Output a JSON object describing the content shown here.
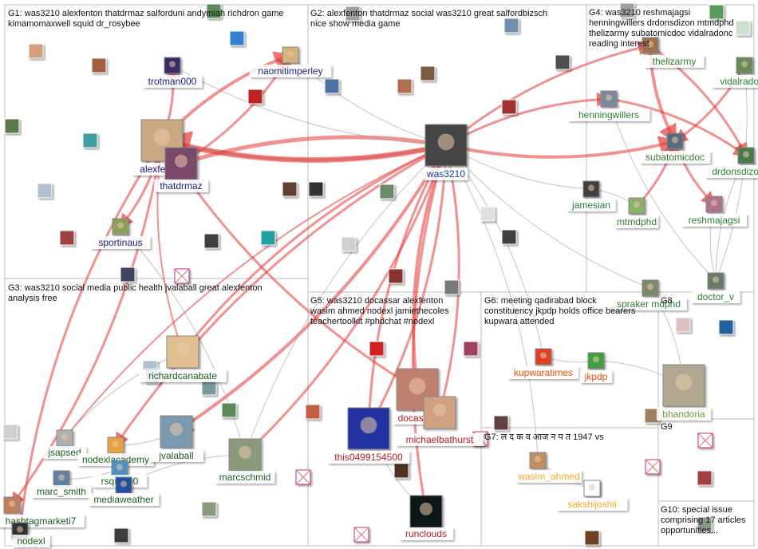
{
  "groups": [
    {
      "id": "G1",
      "text": "G1: was3210 alexfenton thatdrmaz salforduni andymiah richdron game\nkimamomaxwell squid dr_rosybee"
    },
    {
      "id": "G2",
      "text": "G2: alexfenton thatdrmaz social was3210 great salfordbizsch\nnice show media game"
    },
    {
      "id": "G3",
      "text": "G3: was3210 social media public health jvalaball great alexfenton\nanalysis free"
    },
    {
      "id": "G4",
      "text": "G4: was3210 reshmajagsi\nhenningwillers drdonsdizon mtmdphd\nthelizarmy subatomicdoc vidalradonc\nreading interest"
    },
    {
      "id": "G5",
      "text": "G5: was3210 docassar alexfenton\nwasim ahmed nodexl jamiethecoles\nteachertoolkit #phdchat #nodexl"
    },
    {
      "id": "G6",
      "text": "G6: meeting qadirabad block\nconstituency jkpdp holds office bearers\nkupwara attended"
    },
    {
      "id": "G7",
      "text": "G7: ल द क व आज न प त 1947 vs"
    },
    {
      "id": "G8",
      "text": "G8"
    },
    {
      "id": "G9",
      "text": "G9"
    },
    {
      "id": "G10",
      "text": "G10: special issue\ncomprising 17 articles\nopportunities..."
    }
  ],
  "nodes": [
    {
      "id": "alexfenton",
      "label": "alexfenton",
      "size": "large",
      "label_color": "#1a237e",
      "photo": "#c9a882"
    },
    {
      "id": "thatdrmaz",
      "label": "thatdrmaz",
      "size": "medium",
      "label_color": "#1a237e",
      "photo": "#7a4a6a"
    },
    {
      "id": "trotman000",
      "label": "trotman000",
      "size": "small",
      "label_color": "#1a237e",
      "photo": "#3a2a6a"
    },
    {
      "id": "naomitimperley",
      "label": "naomitimperley",
      "size": "small",
      "label_color": "#1a237e",
      "photo": "#d4b27a"
    },
    {
      "id": "sportinaus",
      "label": "sportinaus",
      "size": "small",
      "label_color": "#1a237e",
      "photo": "#8aa05a"
    },
    {
      "id": "was3210",
      "label": "was3210",
      "size": "large",
      "label_color": "#0d47a1",
      "photo": "#444444"
    },
    {
      "id": "richardcanabate",
      "label": "richardcanabate",
      "size": "medium",
      "label_color": "#1b5e20",
      "photo": "#e0c090"
    },
    {
      "id": "jsapsed",
      "label": "jsapsed",
      "size": "small",
      "label_color": "#1b5e20",
      "photo": "#b0b0b0"
    },
    {
      "id": "nodexlacademy",
      "label": "nodexlacademy",
      "size": "small",
      "label_color": "#1b5e20",
      "photo": "#e8a040"
    },
    {
      "id": "jvalaball",
      "label": "jvalaball",
      "size": "medium",
      "label_color": "#1b5e20",
      "photo": "#7a9ab0"
    },
    {
      "id": "rsquared",
      "label": "rsqua...0",
      "size": "small",
      "label_color": "#1b5e20",
      "photo": "#5090c0"
    },
    {
      "id": "marc_smith",
      "label": "marc_smith",
      "size": "small",
      "label_color": "#1b5e20",
      "photo": "#6080a0"
    },
    {
      "id": "mediaweather",
      "label": "mediaweather",
      "size": "small",
      "label_color": "#1b5e20",
      "photo": "#2050a0"
    },
    {
      "id": "marcschmid",
      "label": "marcschmid",
      "size": "medium",
      "label_color": "#1b5e20",
      "photo": "#8a9a7a"
    },
    {
      "id": "hashtagmarketi7",
      "label": "hashtagmarketi7",
      "size": "small",
      "label_color": "#1b5e20",
      "photo": "#c08060"
    },
    {
      "id": "nodexl",
      "label": "nodexl",
      "size": "small",
      "label_color": "#1b5e20",
      "photo": "#303030"
    },
    {
      "id": "thelizarmy",
      "label": "thelizarmy",
      "size": "small",
      "label_color": "#2e7d32",
      "photo": "#a07050"
    },
    {
      "id": "vidalradonc",
      "label": "vidalradonc",
      "size": "small",
      "label_color": "#2e7d32",
      "photo": "#6a8a5a"
    },
    {
      "id": "henningwillers",
      "label": "henningwillers",
      "size": "small",
      "label_color": "#2e7d32",
      "photo": "#7a8a9a"
    },
    {
      "id": "subatomicdoc",
      "label": "subatomicdoc",
      "size": "small",
      "label_color": "#2e7d32",
      "photo": "#5a6a7a"
    },
    {
      "id": "drdonsdizon",
      "label": "drdonsdizon",
      "size": "small",
      "label_color": "#2e7d32",
      "photo": "#4a7a4a"
    },
    {
      "id": "jamesian",
      "label": "jamesian",
      "size": "small",
      "label_color": "#2e7d32",
      "photo": "#404040"
    },
    {
      "id": "mtmdphd",
      "label": "mtmdphd",
      "size": "small",
      "label_color": "#2e7d32",
      "photo": "#8ab06a"
    },
    {
      "id": "reshmajagsi",
      "label": "reshmajagsi",
      "size": "small",
      "label_color": "#2e7d32",
      "photo": "#b07090"
    },
    {
      "id": "doctor_v",
      "label": "doctor_v",
      "size": "small",
      "label_color": "#2e7d32",
      "photo": "#6a7a6a"
    },
    {
      "id": "sprakermdphd",
      "label": "spraker mdphd",
      "size": "small",
      "label_color": "#2e7d32",
      "photo": "#7a8a6a"
    },
    {
      "id": "this0499154500",
      "label": "this0499154500",
      "size": "large",
      "label_color": "#b71c1c",
      "photo": "#2030a0"
    },
    {
      "id": "docassar",
      "label": "docassar",
      "size": "large",
      "label_color": "#b71c1c",
      "photo": "#c08070"
    },
    {
      "id": "michaelbathurst",
      "label": "michaelbathurst",
      "size": "medium",
      "label_color": "#b71c1c",
      "photo": "#d0a080"
    },
    {
      "id": "runclouds",
      "label": "runclouds",
      "size": "medium",
      "label_color": "#b71c1c",
      "photo": "#101418"
    },
    {
      "id": "kupwaratimes",
      "label": "kupwaratimes",
      "size": "small",
      "label_color": "#e65100",
      "photo": "#e04020"
    },
    {
      "id": "jkpdp",
      "label": "jkpdp",
      "size": "small",
      "label_color": "#e65100",
      "photo": "#40a040"
    },
    {
      "id": "wasim_ahmed",
      "label": "wasim_ahmed",
      "size": "small",
      "label_color": "#f9a825",
      "photo": "#c09060"
    },
    {
      "id": "sakshijoshii",
      "label": "sakshijoshii",
      "size": "small",
      "label_color": "#f9a825",
      "photo": "#ffffff"
    },
    {
      "id": "bhandoria",
      "label": "bhandoria",
      "size": "large",
      "label_color": "#689f38",
      "photo": "#b0a890"
    }
  ],
  "colors": {
    "edge_red": "#e53935",
    "edge_gray": "#9e9e9e",
    "edge_green": "#66bb6a",
    "grid": "#bdbdbd"
  }
}
